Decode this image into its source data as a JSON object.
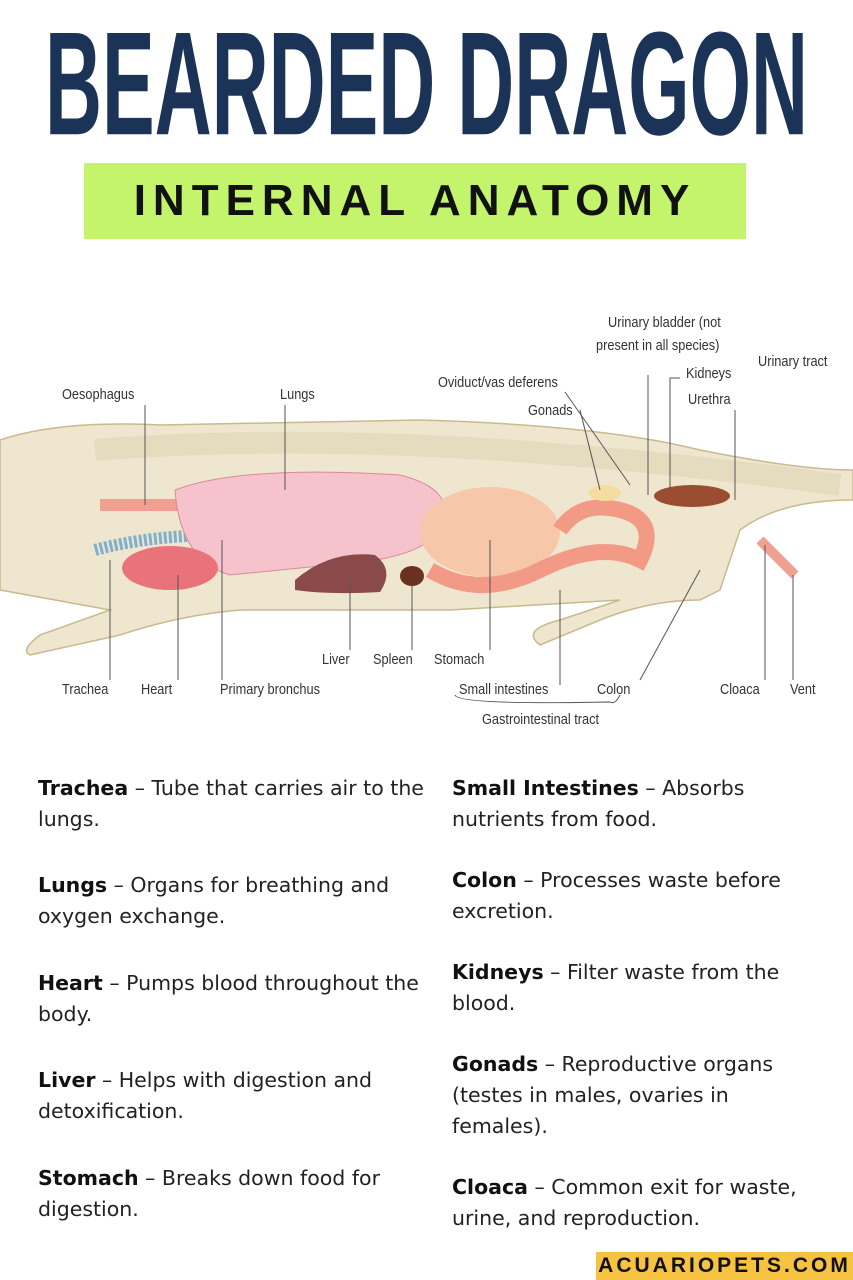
{
  "title": "BEARDED DRAGON",
  "subtitle": "INTERNAL ANATOMY",
  "colors": {
    "title": "#1c3358",
    "subtitle_bg": "#c3f46b",
    "footer_bg": "#f5c242"
  },
  "diagram_labels": {
    "oesophagus": "Oesophagus",
    "lungs": "Lungs",
    "oviduct": "Oviduct/vas deferens",
    "gonads": "Gonads",
    "bladder1": "Urinary bladder (not",
    "bladder2": "present in all species)",
    "kidneys": "Kidneys",
    "urethra": "Urethra",
    "urinary_tract": "Urinary tract",
    "trachea": "Trachea",
    "heart": "Heart",
    "bronchus": "Primary bronchus",
    "liver": "Liver",
    "spleen": "Spleen",
    "stomach": "Stomach",
    "small_intestines": "Small intestines",
    "colon": "Colon",
    "gi_tract": "Gastrointestinal tract",
    "cloaca": "Cloaca",
    "vent": "Vent"
  },
  "descriptions_left": [
    {
      "term": "Trachea",
      "text": " – Tube that carries air to the lungs."
    },
    {
      "term": "Lungs",
      "text": " – Organs for breathing and oxygen exchange."
    },
    {
      "term": "Heart",
      "text": " – Pumps blood throughout the body."
    },
    {
      "term": "Liver",
      "text": " – Helps with digestion and detoxification."
    },
    {
      "term": "Stomach",
      "text": " – Breaks down food for digestion."
    }
  ],
  "descriptions_right": [
    {
      "term": "Small Intestines",
      "text": " – Absorbs nutrients from food."
    },
    {
      "term": "Colon",
      "text": " – Processes waste before excretion."
    },
    {
      "term": "Kidneys",
      "text": " – Filter waste from the blood."
    },
    {
      "term": "Gonads",
      "text": " – Reproductive organs (testes in males, ovaries in females)."
    },
    {
      "term": "Cloaca",
      "text": " – Common exit for waste, urine, and reproduction."
    }
  ],
  "footer": "ACUARIOPETS.COM"
}
